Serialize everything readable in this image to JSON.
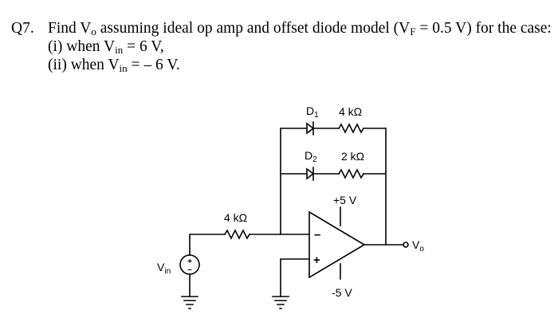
{
  "question": {
    "number": "Q7.",
    "find": "Find V",
    "find_sub": "o",
    "rest": " assuming ideal op amp and offset diode model (V",
    "vf_sub": "F",
    "vf_rest": " = 0.5 V) for the case:",
    "case1_prefix": "(i) when V",
    "case1_sub": "in",
    "case1_value": " = 6 V,",
    "case2_prefix": "(ii) when V",
    "case2_sub": "in",
    "case2_value": " = – 6 V."
  },
  "circuit": {
    "d1": {
      "letter": "D",
      "sub": "1"
    },
    "d2": {
      "letter": "D",
      "sub": "2"
    },
    "r_d1": "4 kΩ",
    "r_d2": "2 kΩ",
    "r_in": "4 kΩ",
    "vplus": "+5 V",
    "vminus": "-5 V",
    "inv": "–",
    "noninv": "+",
    "vin": {
      "letter": "V",
      "sub": "in"
    },
    "vout": {
      "letter": "V",
      "sub": "o"
    },
    "src_plus": "+",
    "src_minus": "–"
  }
}
